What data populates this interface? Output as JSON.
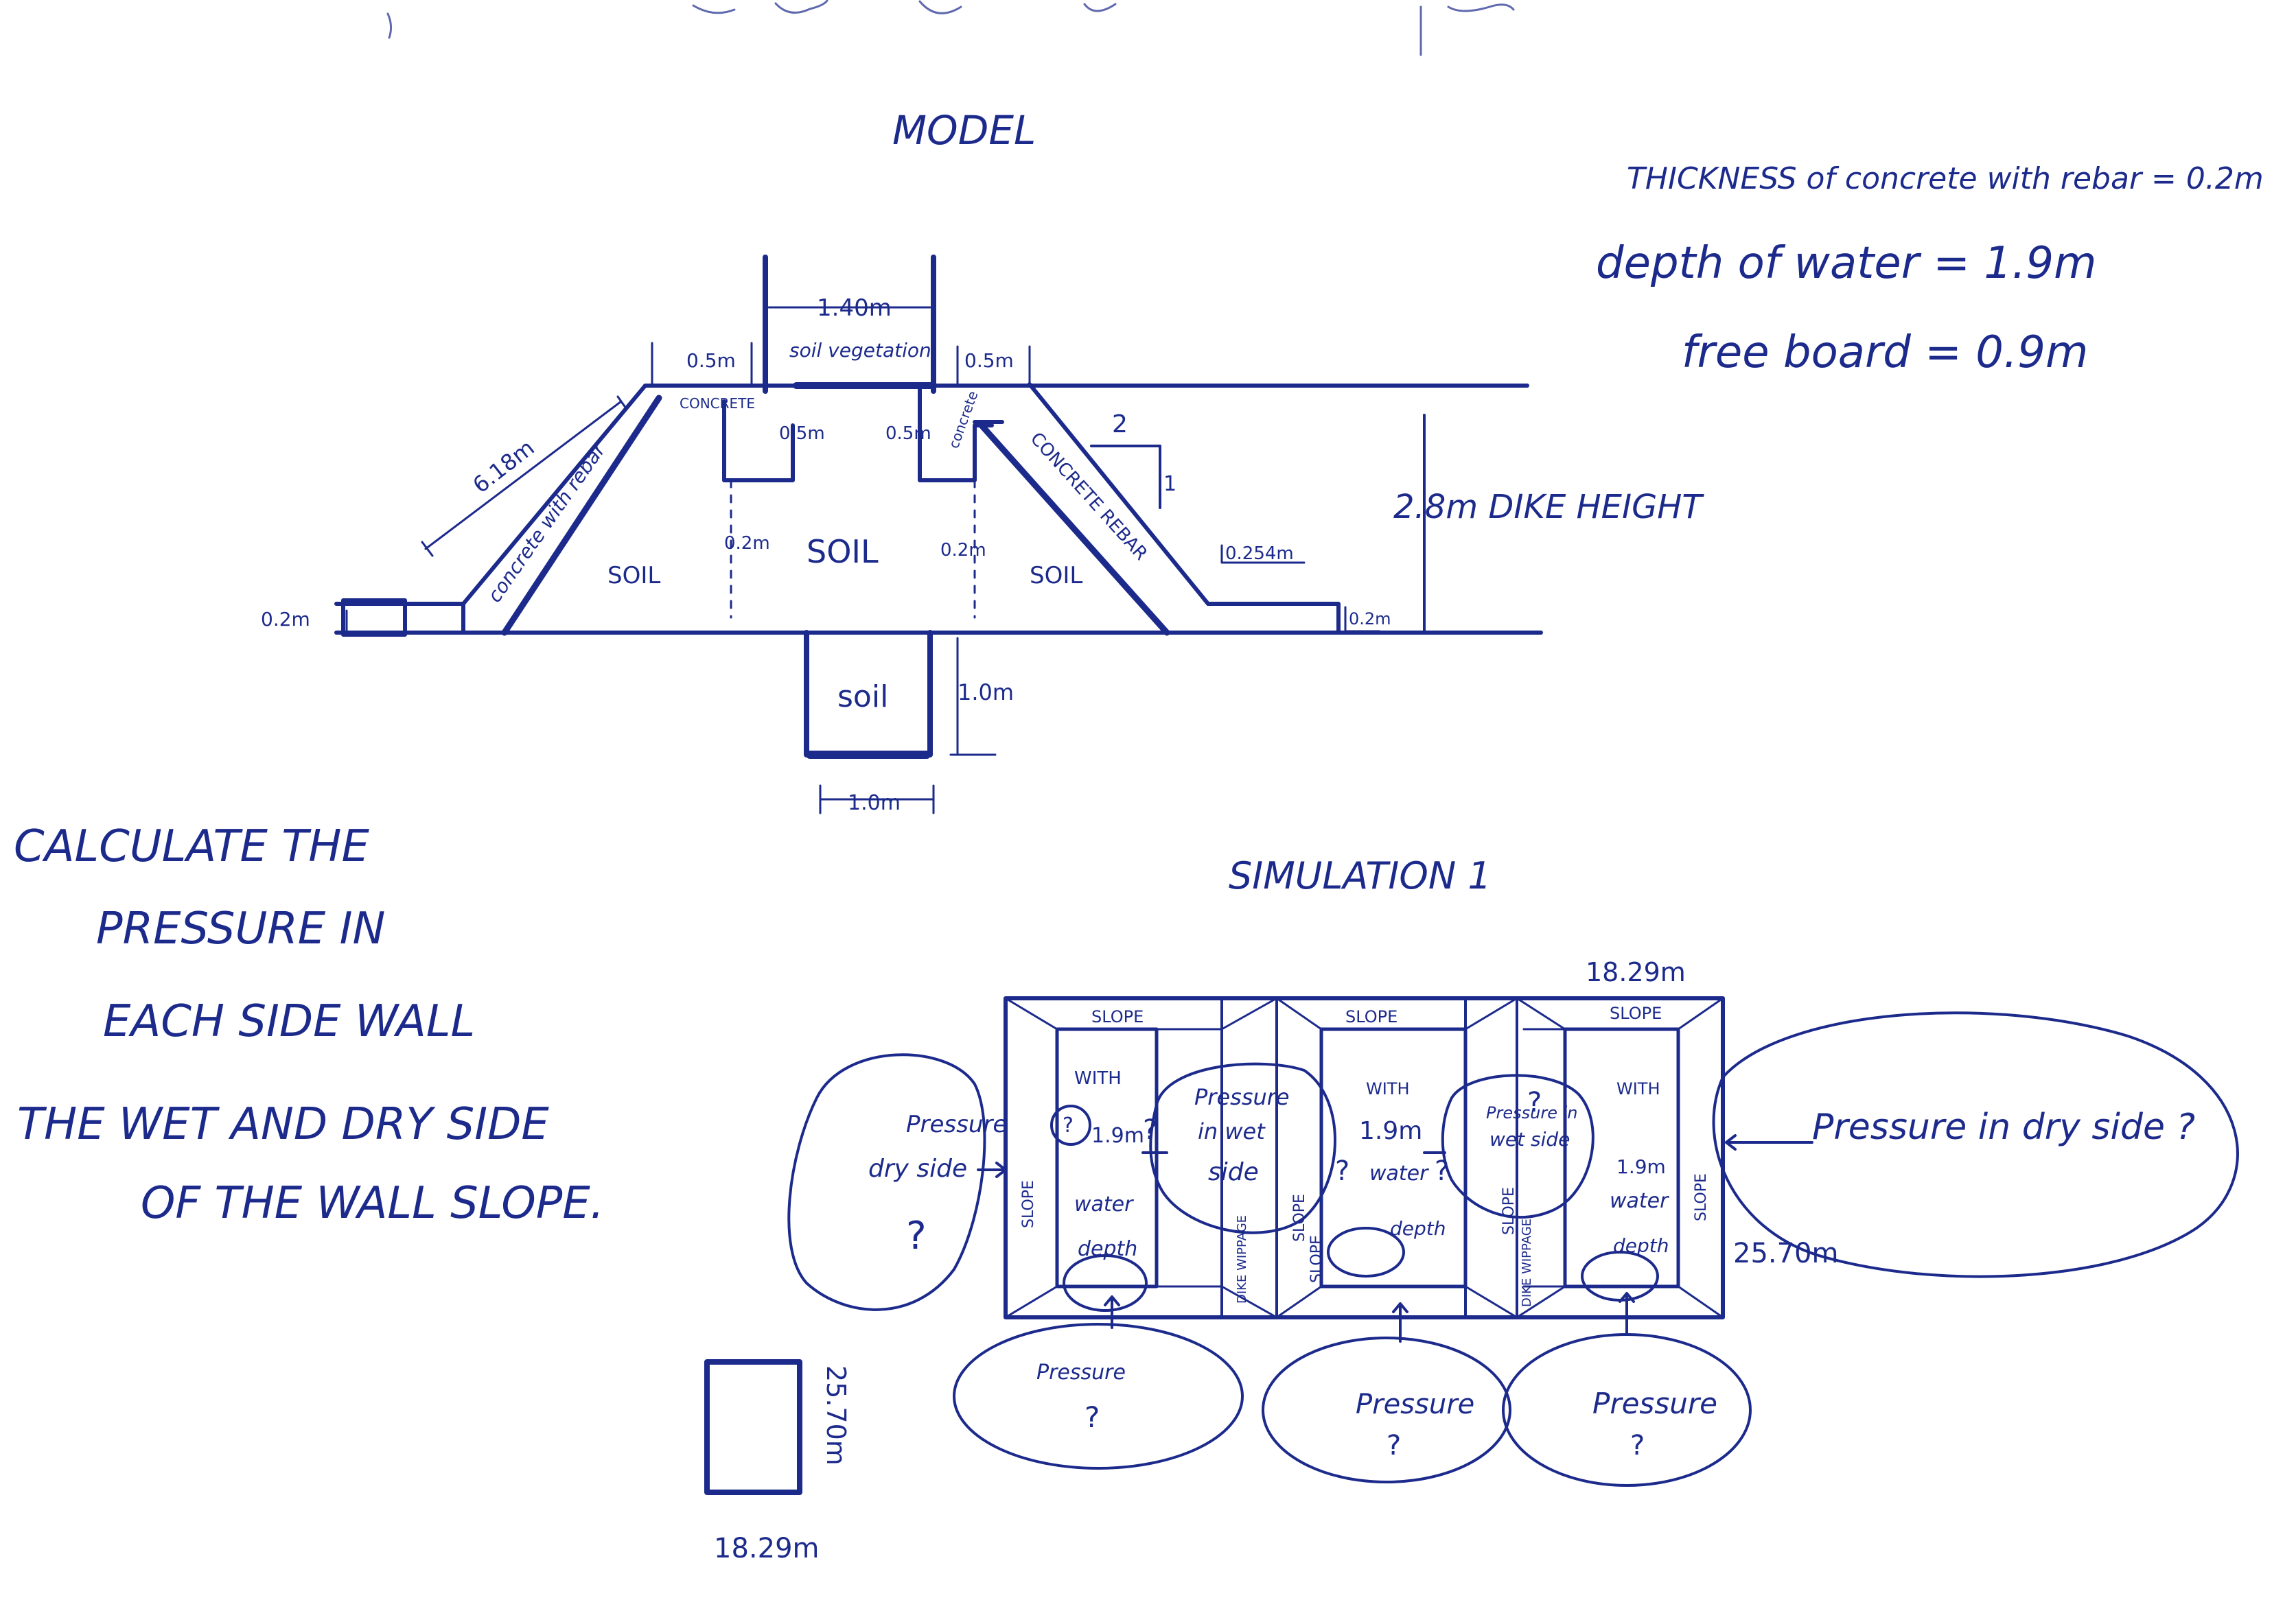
{
  "ink_color": "#1c2a8c",
  "paper_color": "#ffffff",
  "model": {
    "title": "MODEL",
    "notes": {
      "thickness": "THICKNESS of concrete with rebar = 0.2m",
      "depth": "depth of water = 1.9m",
      "freeboard": "free board = 0.9m"
    },
    "labels": {
      "crest_width": "1.40m",
      "soil_vegetation": "soil vegetation",
      "top_left_width": "0.5m",
      "top_right_width": "0.5m",
      "concrete_left": "CONCRETE",
      "concrete_right": "concrete",
      "inner_left_depth": "0.5m",
      "inner_right_depth": "0.5m",
      "slope_length": "6.18m",
      "concrete_rebar_left": "concrete with rebar",
      "concrete_rebar_right": "CONCRETE REBAR",
      "slope_ratio_h": "2",
      "slope_ratio_v": "1",
      "soil_left": "SOIL",
      "soil_center": "SOIL",
      "soil_right": "SOIL",
      "inner_left_thickness": "0.2m",
      "inner_right_thickness": "0.2m",
      "toe_width": "0.254m",
      "toe_thickness_right": "0.2m",
      "toe_thickness_left": "0.2m",
      "dike_height": "2.8m DIKE HEIGHT",
      "key_soil": "soil",
      "key_depth": "1.0m",
      "key_width": "1.0m"
    }
  },
  "question": {
    "lines": [
      "CALCULATE THE",
      "PRESSURE IN",
      "EACH SIDE WALL",
      "THE WET AND DRY SIDE",
      "OF THE WALL SLOPE."
    ]
  },
  "simulation": {
    "title": "SIMULATION 1",
    "length_label": "18.29m",
    "width_label": "25.70m",
    "slope_labels": [
      "SLOPE",
      "SLOPE",
      "SLOPE",
      "SLOPE",
      "SLOPE",
      "SLOPE",
      "SLOPE",
      "SLOPE"
    ],
    "cell_texts": [
      "WITH",
      "1.9m",
      "water",
      "depth"
    ],
    "dike_labels": [
      "DIKE WIPPAGE",
      "DIKE WIPPAGE"
    ],
    "bubbles": {
      "left_dry": [
        "Pressure",
        "dry side",
        "?"
      ],
      "wet_left": [
        "Pressure",
        "in wet",
        "side"
      ],
      "wet_right": [
        "Pressure in",
        "wet side"
      ],
      "right_dry": "Pressure in dry side ?",
      "bottom": [
        "Pressure",
        "?"
      ]
    },
    "small_marks": [
      "?",
      "?",
      "?",
      "?",
      "?"
    ],
    "tank_length": "18.29m",
    "tank_width": "25.70m"
  },
  "top_scribble": "... of ... ..."
}
